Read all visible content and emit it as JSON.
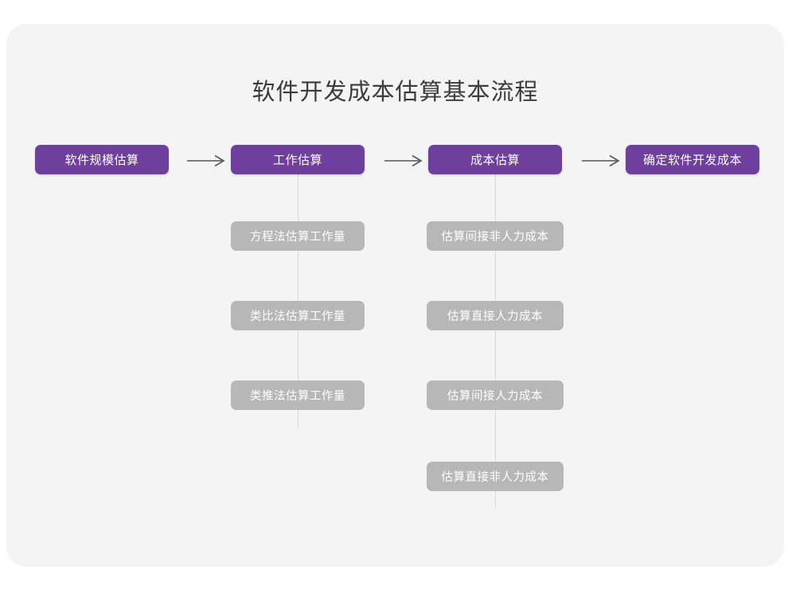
{
  "page": {
    "title": "软件开发成本估算基本流程",
    "background_color": "#ffffff",
    "card_color": "#f4f4f5",
    "primary_color": "#6f3f9e",
    "secondary_color": "#b7b7b7",
    "connector_color": "#d7d7d7",
    "arrow_color": "#555555"
  },
  "flow": {
    "main_steps": [
      {
        "label": "软件规模估算"
      },
      {
        "label": "工作估算"
      },
      {
        "label": "成本估算"
      },
      {
        "label": "确定软件开发成本"
      }
    ],
    "arrows": [
      {
        "glyph": "→"
      },
      {
        "glyph": "→"
      },
      {
        "glyph": "→"
      }
    ],
    "effort_branch": [
      {
        "label": "方程法估算工作量"
      },
      {
        "label": "类比法估算工作量"
      },
      {
        "label": "类推法估算工作量"
      }
    ],
    "cost_branch": [
      {
        "label": "估算间接非人力成本"
      },
      {
        "label": "估算直接人力成本"
      },
      {
        "label": "估算间接人力成本"
      },
      {
        "label": "估算直接非人力成本"
      }
    ]
  }
}
